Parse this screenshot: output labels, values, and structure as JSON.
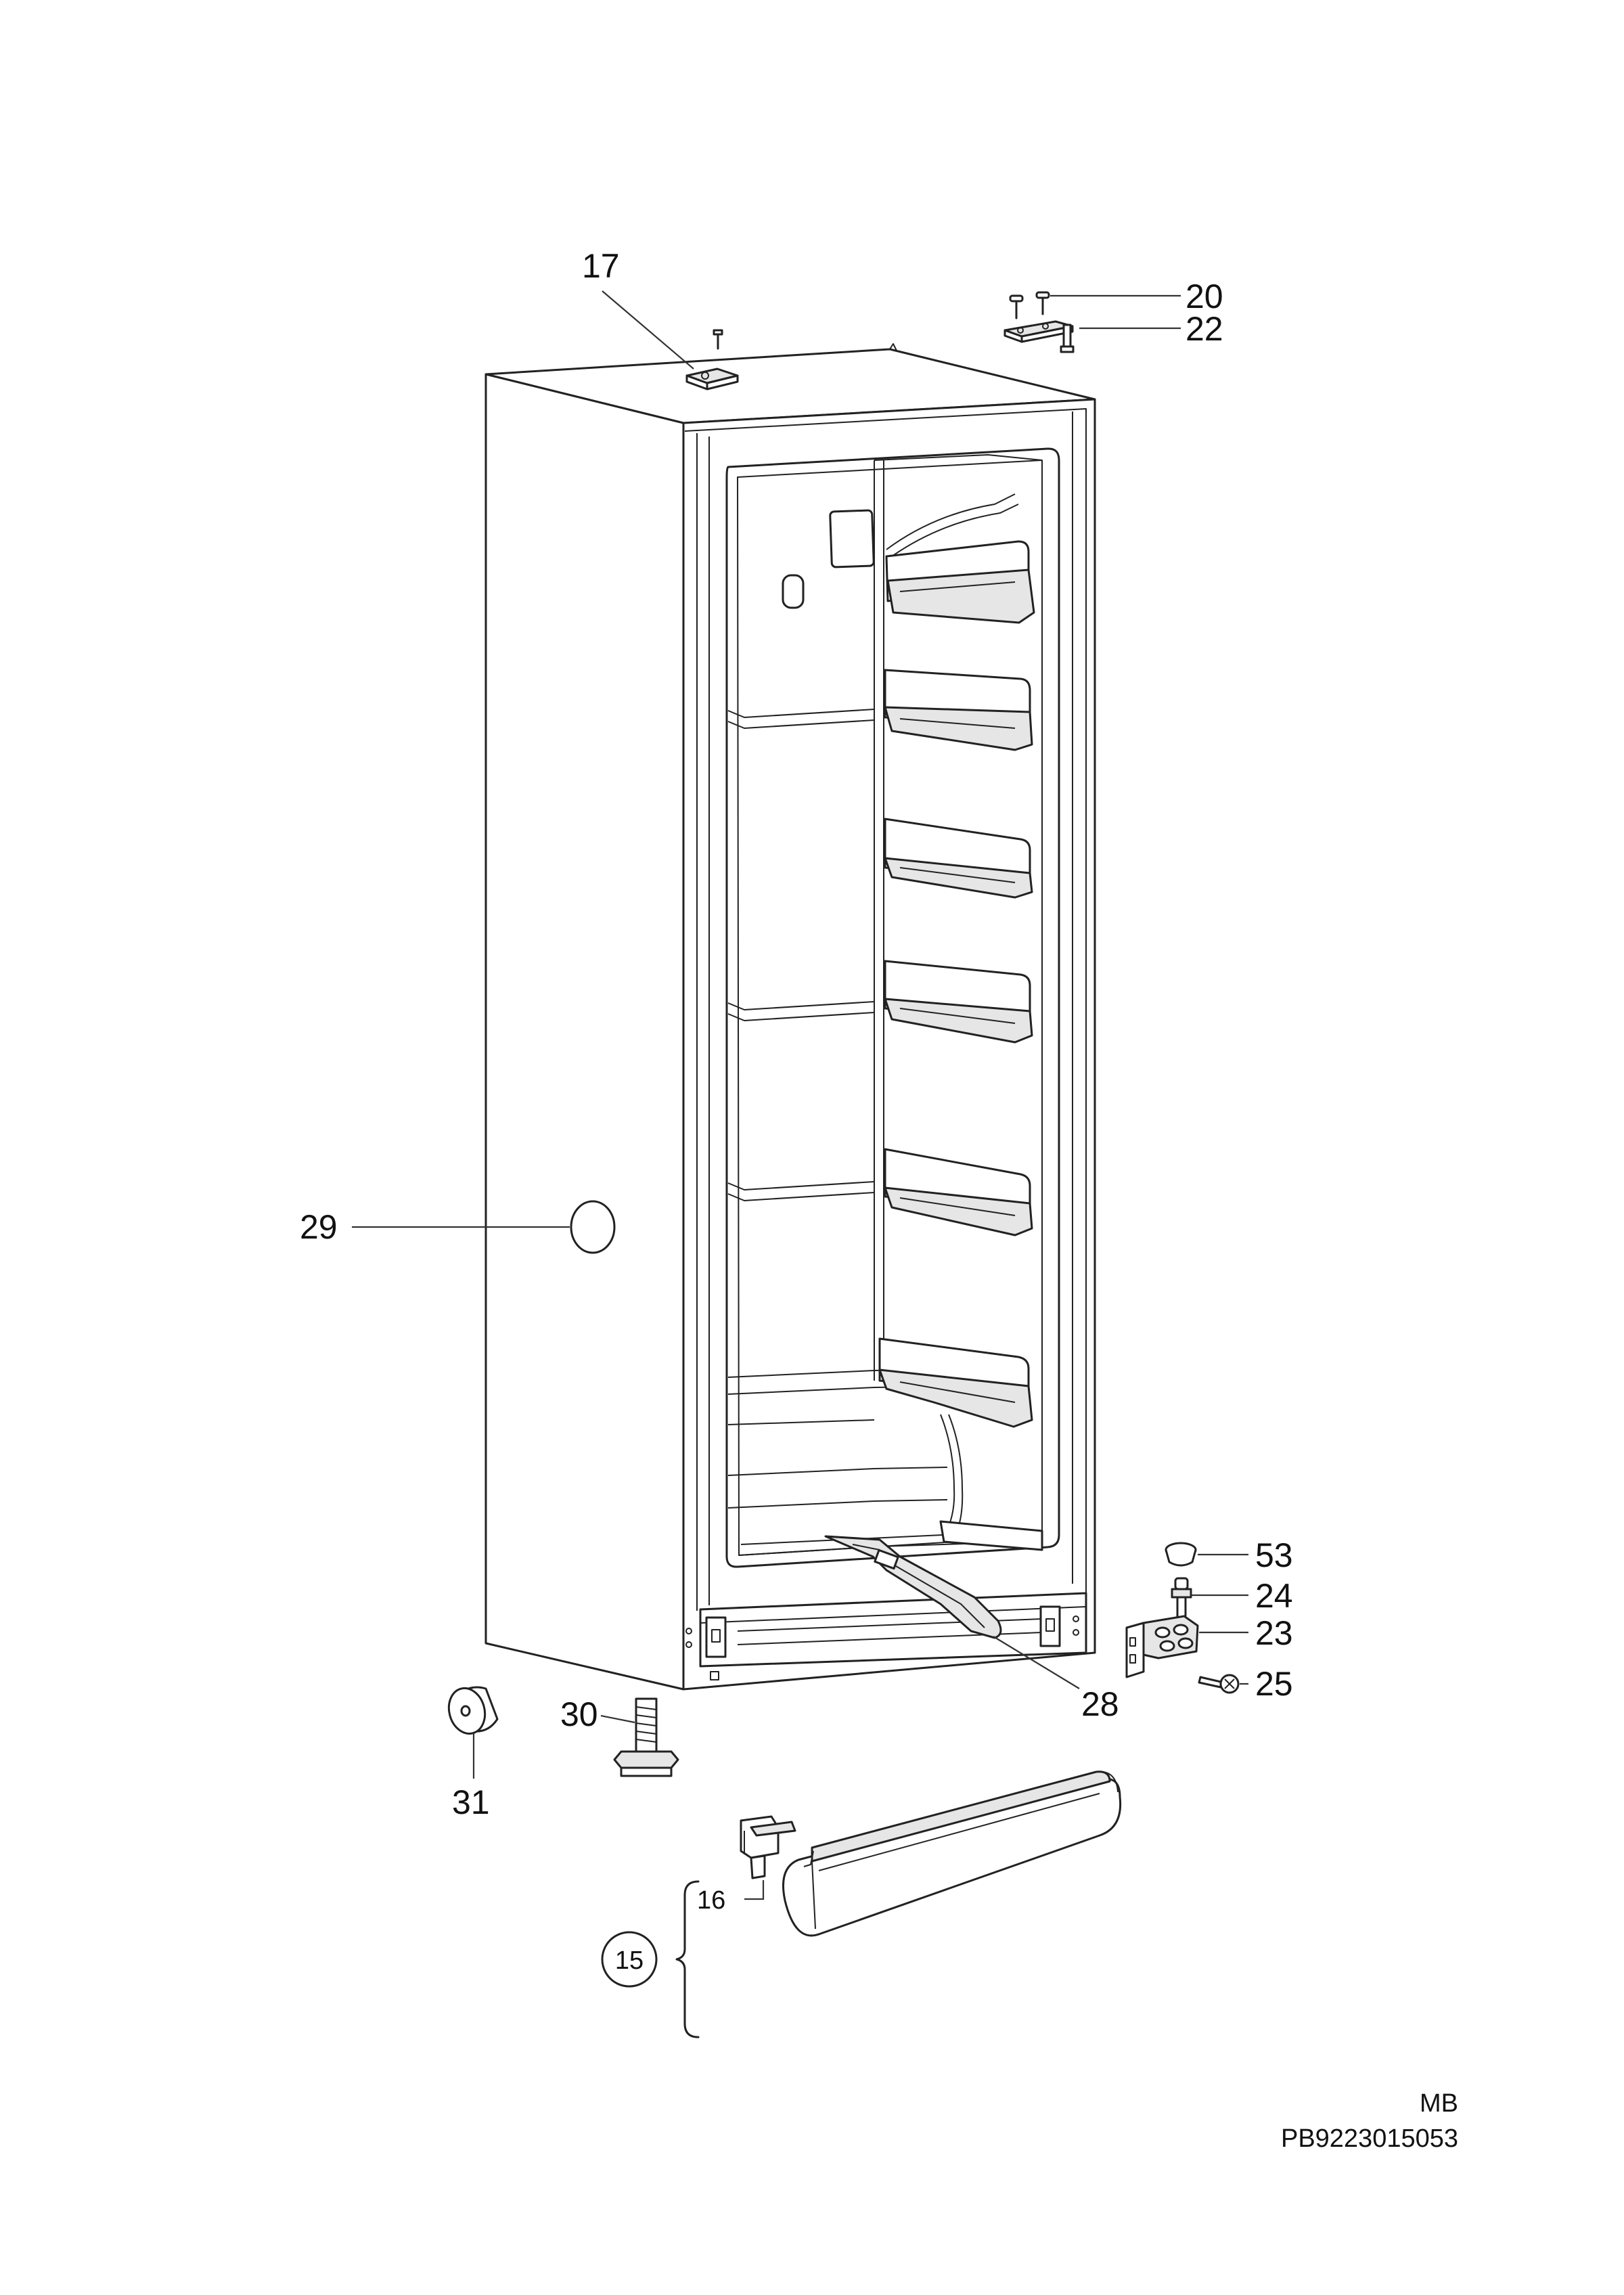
{
  "diagram": {
    "model": "MB",
    "part_number": "PB9223015053",
    "callouts": [
      {
        "id": "17",
        "label": "17"
      },
      {
        "id": "20",
        "label": "20"
      },
      {
        "id": "22",
        "label": "22"
      },
      {
        "id": "29",
        "label": "29"
      },
      {
        "id": "53",
        "label": "53"
      },
      {
        "id": "24",
        "label": "24"
      },
      {
        "id": "23",
        "label": "23"
      },
      {
        "id": "25",
        "label": "25"
      },
      {
        "id": "28",
        "label": "28"
      },
      {
        "id": "30",
        "label": "30"
      },
      {
        "id": "31",
        "label": "31"
      },
      {
        "id": "16",
        "label": "16"
      },
      {
        "id": "15",
        "label": "15"
      }
    ]
  }
}
